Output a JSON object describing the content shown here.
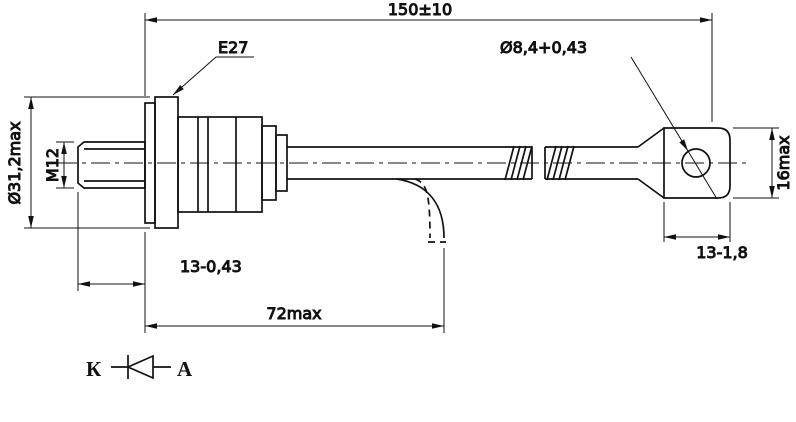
{
  "labels": {
    "overall_length": "150±10",
    "base_code": "E27",
    "hole_diameter": "Ø8,4+0,43",
    "flange_diameter": "Ø31,2max",
    "thread": "M12",
    "lug_height": "16max",
    "lug_length": "13-1,8",
    "thread_length": "13-0,43",
    "body_length": "72max",
    "cathode": "К",
    "anode": "А"
  },
  "colors": {
    "ink": "#111111",
    "background": "#ffffff"
  }
}
